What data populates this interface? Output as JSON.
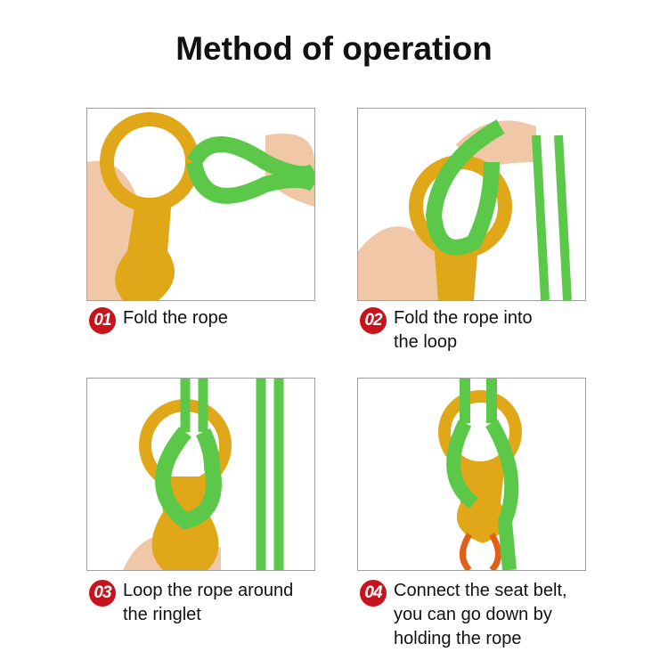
{
  "title": "Method of operation",
  "colors": {
    "badge": "#c8121c",
    "rope": "#5cc84a",
    "ring": "#e0a818",
    "skin": "#f0c8a8"
  },
  "steps": [
    {
      "number": "01",
      "caption": "Fold the rope"
    },
    {
      "number": "02",
      "caption": "Fold the rope into\nthe loop"
    },
    {
      "number": "03",
      "caption": "Loop the rope around\nthe ringlet"
    },
    {
      "number": "04",
      "caption": "Connect the seat belt,\nyou can go down by\nholding the rope"
    }
  ]
}
